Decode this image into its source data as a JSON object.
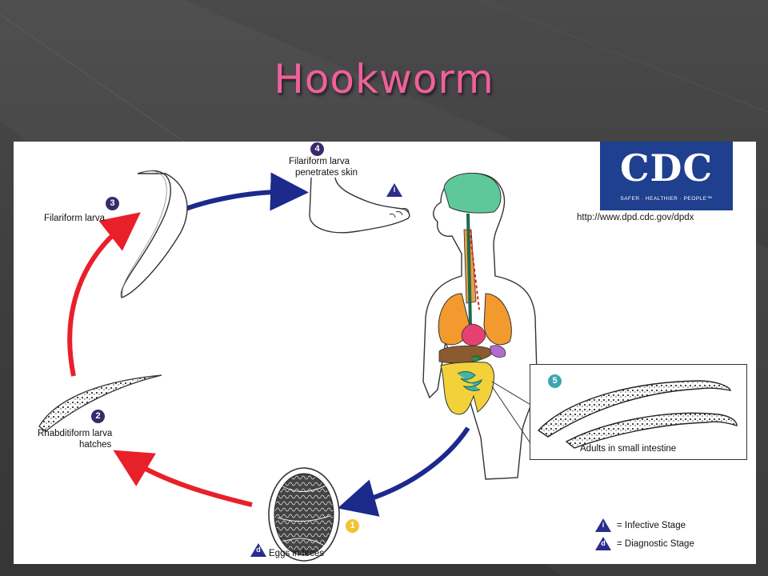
{
  "slide": {
    "title": "Hookworm"
  },
  "cdc": {
    "logo_text": "CDC",
    "tagline": "SAFER · HEALTHIER · PEOPLE™",
    "url": "http://www.dpd.cdc.gov/dpdx"
  },
  "stages": {
    "s1": {
      "num": "1",
      "marker": "d",
      "label": "Eggs in feces"
    },
    "s2": {
      "num": "2",
      "label_line1": "Rhabditiform larva",
      "label_line2": "hatches"
    },
    "s3": {
      "num": "3",
      "label": "Filariform larva"
    },
    "s4": {
      "num": "4",
      "label_line1": "Filariform larva",
      "label_line2": "penetrates skin",
      "marker": "i"
    },
    "s5": {
      "num": "5",
      "label": "Adults in small intestine"
    }
  },
  "legend": {
    "infective": {
      "marker": "i",
      "label": "= Infective Stage"
    },
    "diagnostic": {
      "marker": "d",
      "label": "= Diagnostic Stage"
    }
  },
  "colors": {
    "title": "#f0609a",
    "red_arrow": "#e8202a",
    "blue_arrow": "#1c2a8c",
    "cdc_blue": "#1f3f8f"
  }
}
